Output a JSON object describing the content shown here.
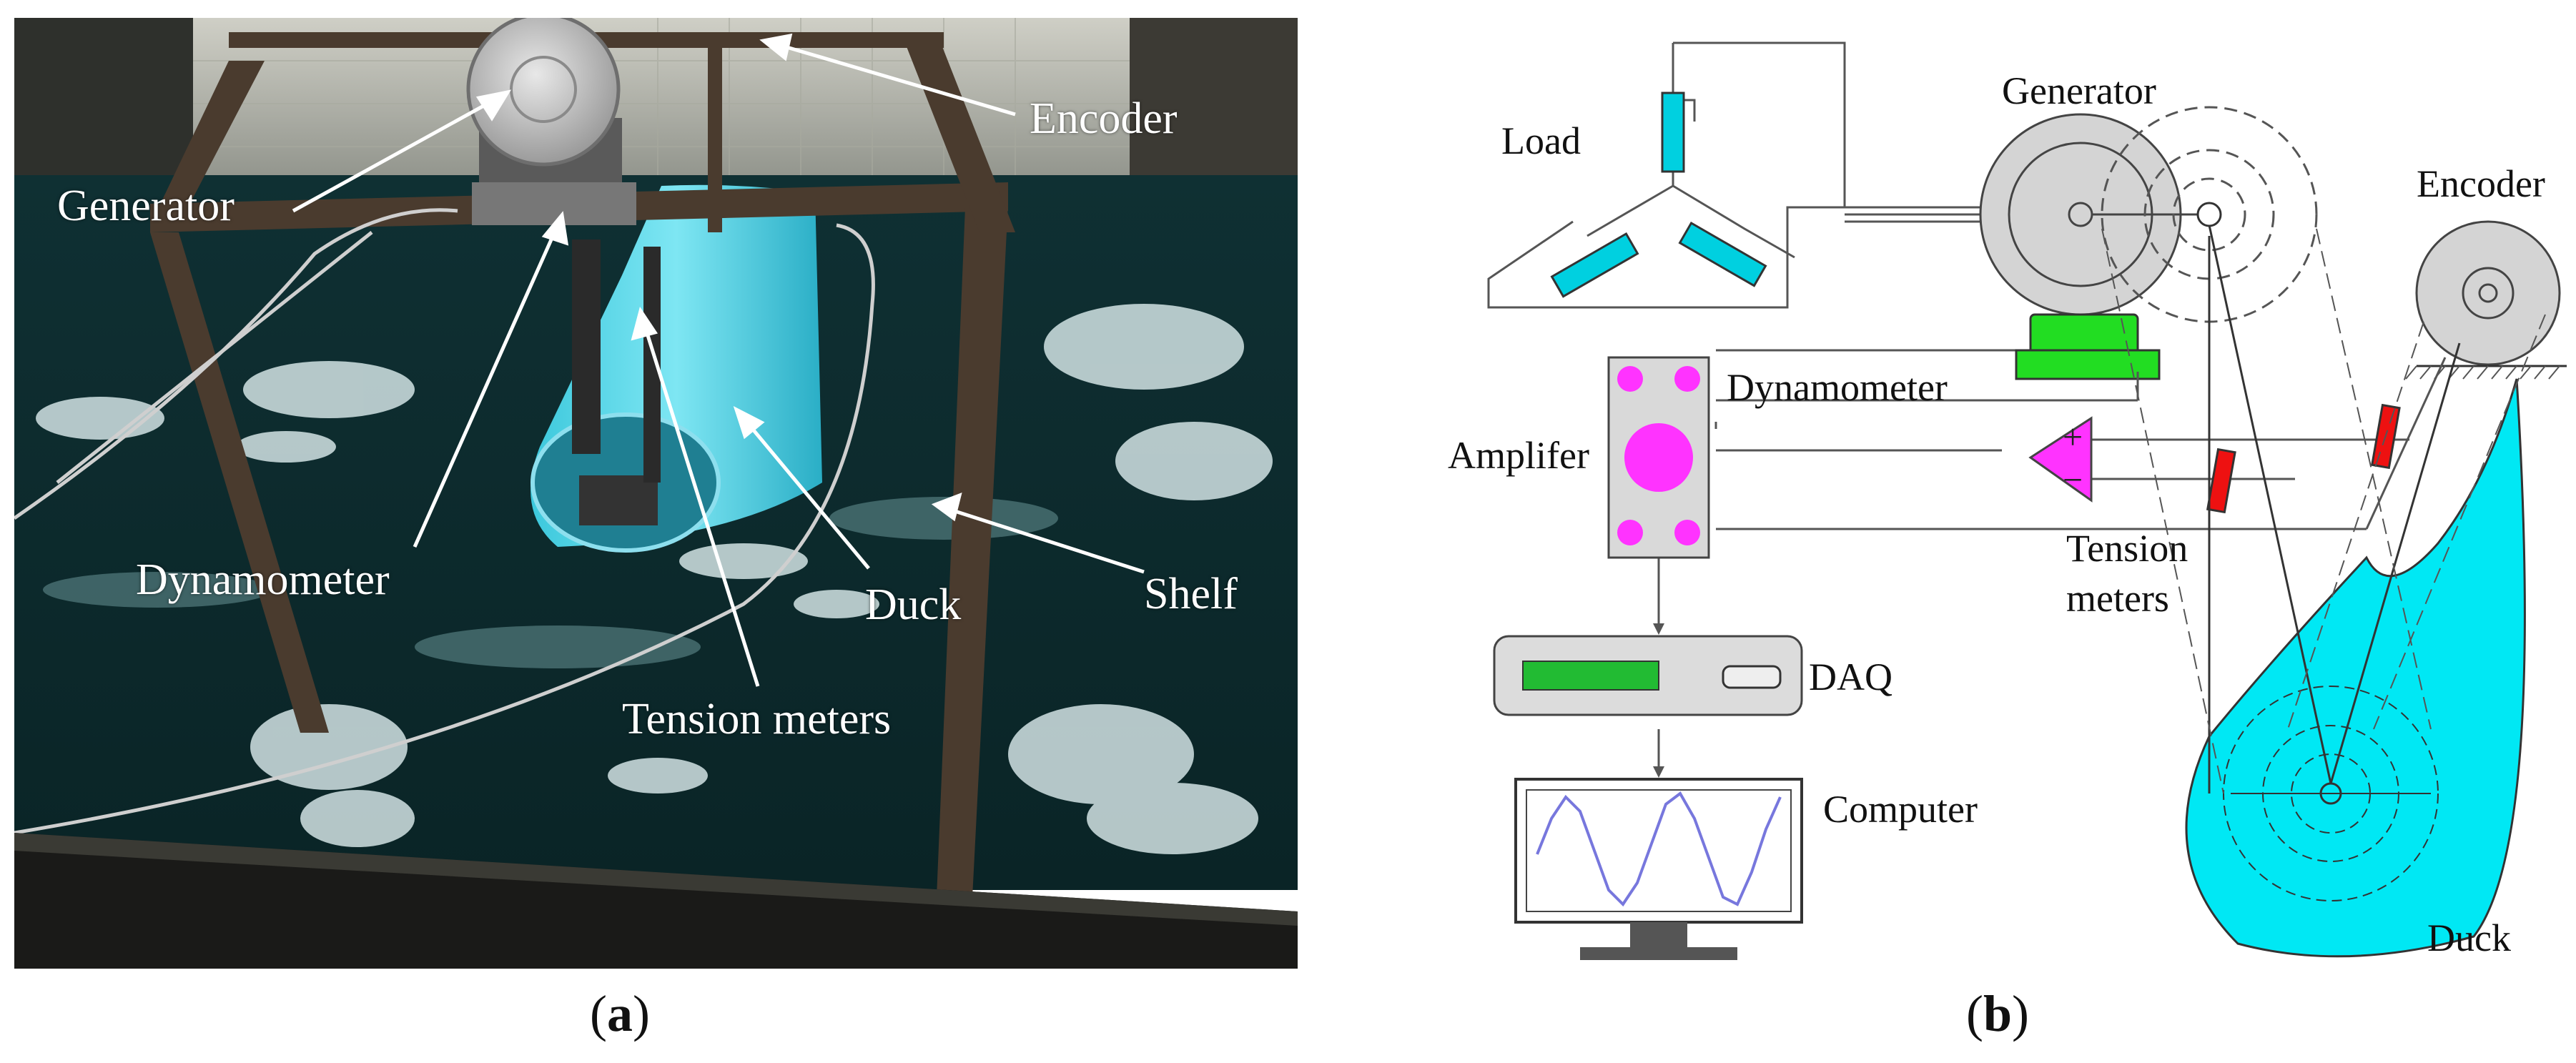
{
  "photo": {
    "labels": {
      "generator": "Generator",
      "encoder": "Encoder",
      "dynamometer": "Dynamometer",
      "duck": "Duck",
      "shelf": "Shelf",
      "tension_meters": "Tension meters"
    },
    "caption_letter": "a"
  },
  "schematic": {
    "labels": {
      "load": "Load",
      "generator": "Generator",
      "encoder": "Encoder",
      "dynamometer": "Dynamometer",
      "amplifier": "Amplifer",
      "tension_line1": "Tension",
      "tension_line2": "meters",
      "daq": "DAQ",
      "computer": "Computer",
      "duck": "Duck",
      "plus": "+",
      "minus": "−"
    },
    "caption_letter": "b"
  },
  "colors": {
    "resistor": "#00d0e0",
    "dynamometer": "#22dd22",
    "amplifier": "#ff33ff",
    "tension_meter": "#ee1111",
    "duck": "#00e8f4",
    "generator": "#d4d4d4",
    "water": "#0d3b3e",
    "wave": "#7777dd"
  }
}
